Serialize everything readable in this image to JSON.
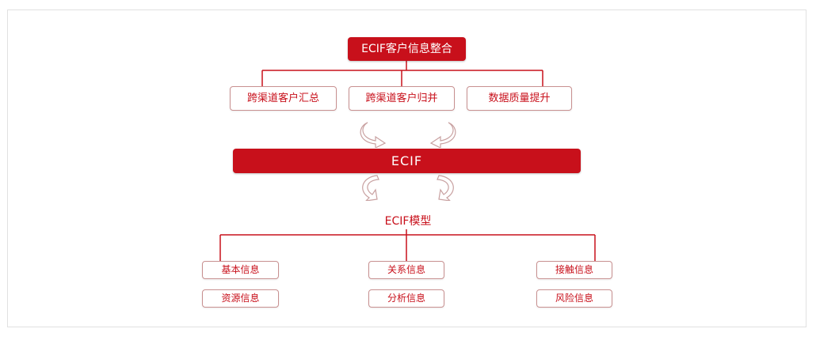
{
  "diagram": {
    "top_title": "ECIF客户信息整合",
    "level1": [
      {
        "label": "跨渠道客户汇总"
      },
      {
        "label": "跨渠道客户归并"
      },
      {
        "label": "数据质量提升"
      }
    ],
    "core": "ECIF",
    "model_title": "ECIF模型",
    "model_items": [
      {
        "label": "基本信息"
      },
      {
        "label": "资源信息"
      },
      {
        "label": "关系信息"
      },
      {
        "label": "分析信息"
      },
      {
        "label": "接触信息"
      },
      {
        "label": "风险信息"
      }
    ],
    "colors": {
      "accent": "#c8101b",
      "line": "#c8101b",
      "box_border": "#c89090"
    }
  }
}
